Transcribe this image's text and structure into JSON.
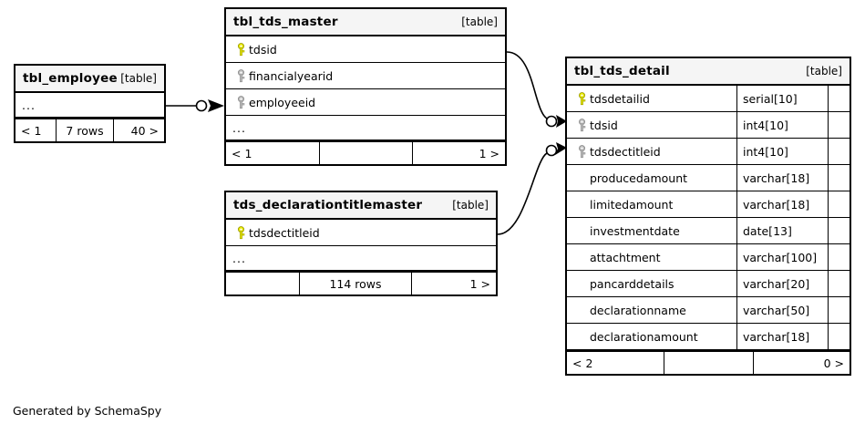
{
  "diagram": {
    "credit": "Generated by SchemaSpy",
    "table_type_label": "[table]",
    "ellipsis": "...",
    "colors": {
      "primary_key": "#e8e800",
      "foreign_key": "#b0b0b0",
      "border": "#000000",
      "title_background": "#f5f5f5",
      "canvas_background": "#ffffff"
    }
  },
  "tables": {
    "tbl_employee": {
      "name": "tbl_employee",
      "type": "[table]",
      "columns": [],
      "ellipsis": "...",
      "footer": [
        "< 1",
        "7 rows",
        "40 >"
      ]
    },
    "tbl_tds_master": {
      "name": "tbl_tds_master",
      "type": "[table]",
      "columns": [
        {
          "name": "tdsid",
          "key": "primary",
          "type": ""
        },
        {
          "name": "financialyearid",
          "key": "foreign",
          "type": ""
        },
        {
          "name": "employeeid",
          "key": "foreign",
          "type": ""
        }
      ],
      "ellipsis": "...",
      "footer": [
        "< 1",
        "",
        "1 >"
      ]
    },
    "tds_declarationtitlemaster": {
      "name": "tds_declarationtitlemaster",
      "type": "[table]",
      "columns": [
        {
          "name": "tdsdectitleid",
          "key": "primary",
          "type": ""
        }
      ],
      "ellipsis": "...",
      "footer": [
        "",
        "114 rows",
        "1 >"
      ]
    },
    "tbl_tds_detail": {
      "name": "tbl_tds_detail",
      "type": "[table]",
      "columns": [
        {
          "name": "tdsdetailid",
          "key": "primary",
          "type": "serial[10]"
        },
        {
          "name": "tdsid",
          "key": "foreign",
          "type": "int4[10]"
        },
        {
          "name": "tdsdectitleid",
          "key": "foreign",
          "type": "int4[10]"
        },
        {
          "name": "producedamount",
          "key": "none",
          "type": "varchar[18]"
        },
        {
          "name": "limitedamount",
          "key": "none",
          "type": "varchar[18]"
        },
        {
          "name": "investmentdate",
          "key": "none",
          "type": "date[13]"
        },
        {
          "name": "attachtment",
          "key": "none",
          "type": "varchar[100]"
        },
        {
          "name": "pancarddetails",
          "key": "none",
          "type": "varchar[20]"
        },
        {
          "name": "declarationname",
          "key": "none",
          "type": "varchar[50]"
        },
        {
          "name": "declarationamount",
          "key": "none",
          "type": "varchar[18]"
        }
      ],
      "footer": [
        "< 2",
        "",
        "0 >"
      ]
    }
  },
  "relationships": [
    {
      "from": "tbl_employee",
      "to": "tbl_tds_master",
      "to_column": "employeeid"
    },
    {
      "from": "tbl_tds_master",
      "to": "tbl_tds_detail",
      "to_column": "tdsid"
    },
    {
      "from": "tds_declarationtitlemaster",
      "to": "tbl_tds_detail",
      "to_column": "tdsdectitleid"
    }
  ]
}
